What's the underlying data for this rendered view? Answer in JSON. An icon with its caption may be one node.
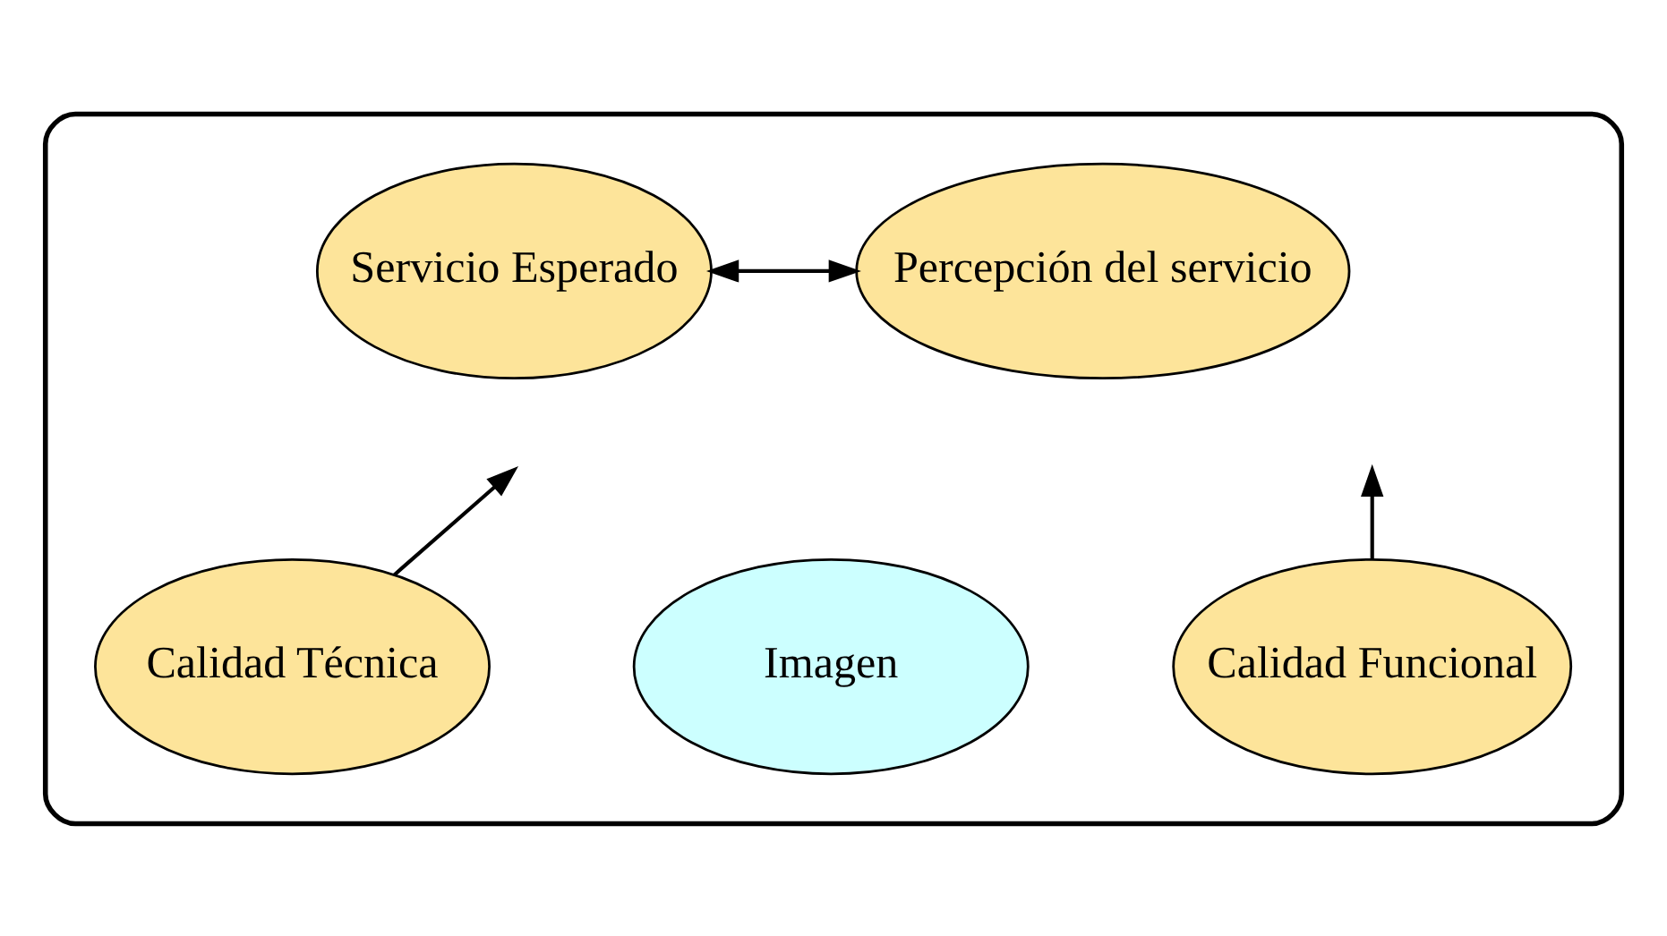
{
  "diagram": {
    "nodes": [
      {
        "text": [],
        "shape": "box"
      },
      {
        "text": [
          "Servicio Esperado"
        ],
        "in": 0
      },
      {
        "text": [
          "Percepción del servicio"
        ],
        "in": 0
      },
      {
        "text": [
          "Imagen"
        ],
        "in": 0
      },
      {
        "text": [
          "Calidad Técnica"
        ],
        "in": 0
      },
      {
        "text": [
          "Calidad Funcional"
        ],
        "in": 0
      }
    ],
    "edges": [
      {
        "from": 1,
        "to": 2,
        "arrow": "both"
      },
      {
        "from": 4,
        "to": null,
        "arrow": "to"
      },
      {
        "from": 5,
        "to": null,
        "arrow": "to"
      }
    ]
  }
}
